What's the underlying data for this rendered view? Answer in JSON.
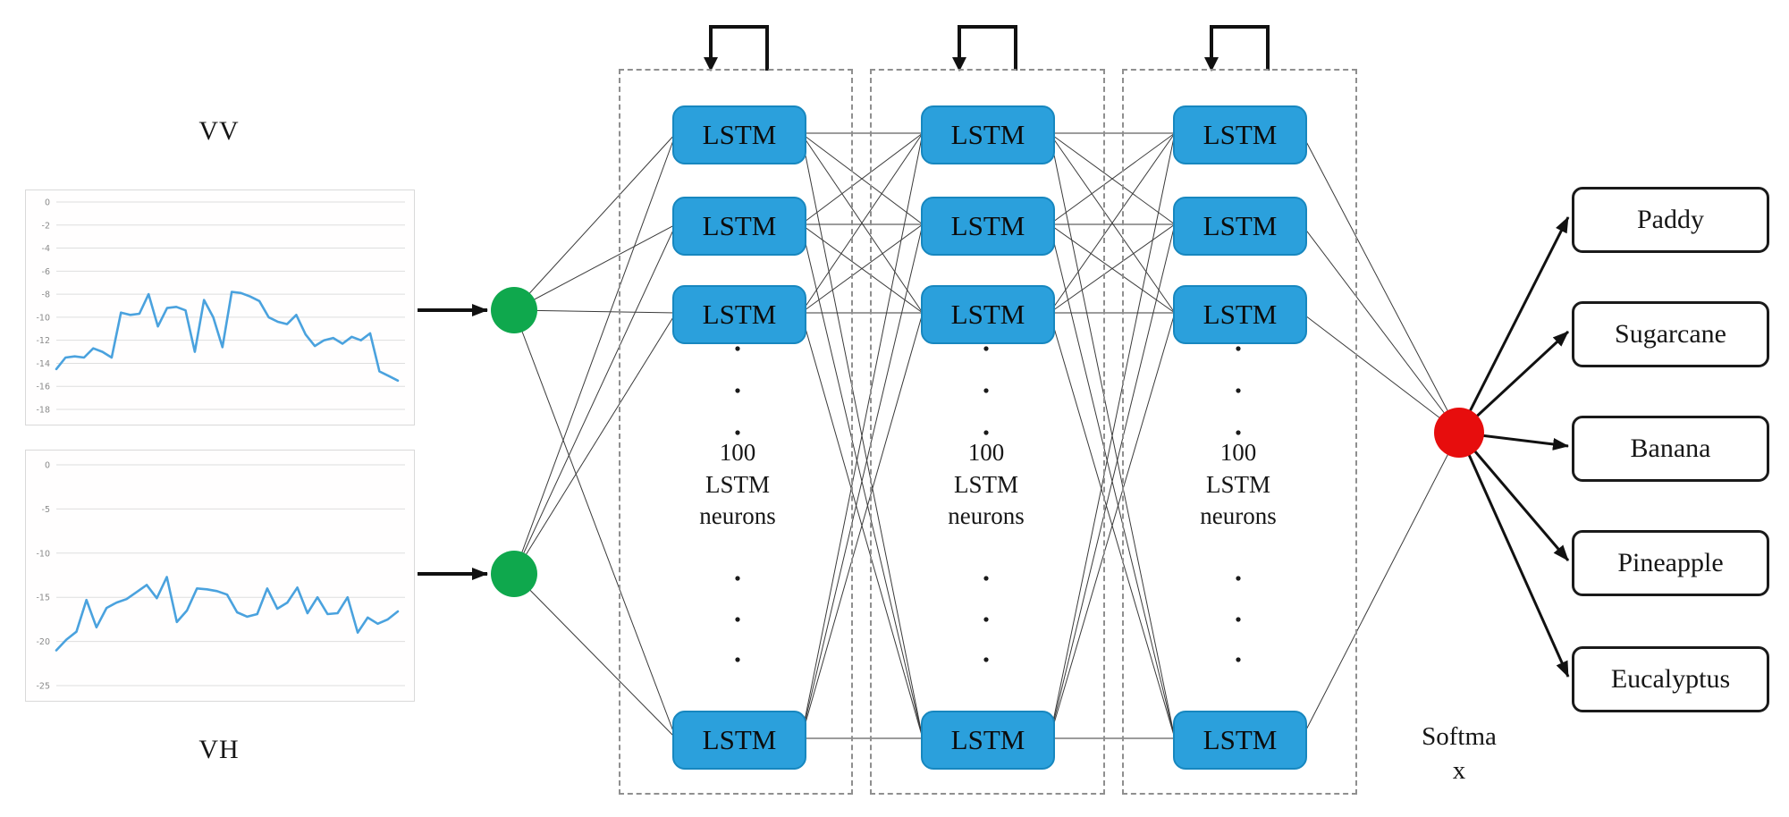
{
  "diagram": {
    "lstm_block_label": "LSTM",
    "layer_caption_lines": [
      "100",
      "LSTM",
      "neurons"
    ],
    "num_lstm_layers": 3,
    "visible_blocks_per_layer": 4,
    "softmax_label_line1": "Softma",
    "softmax_label_line2": "x",
    "output_classes": [
      "Paddy",
      "Sugarcane",
      "Banana",
      "Pineapple",
      "Eucalyptus"
    ],
    "icons": [
      "recurrent-loop-arrow-icon",
      "input-arrow-icon",
      "output-arrow-icon"
    ],
    "colors": {
      "lstm_block_fill": "#2BA0DC",
      "lstm_block_border": "#1787BF",
      "input_node_green": "#0FA84D",
      "softmax_node_red": "#E70D0D",
      "chart_line_blue": "#4AA2DE",
      "dashed_border_gray": "#8f8f8f",
      "connection_line": "#3a3a3a",
      "arrow_black": "#111111"
    }
  },
  "chart_data": [
    {
      "type": "line",
      "title": "VV",
      "xlabel": "",
      "ylabel": "",
      "ylim": [
        -18,
        0
      ],
      "yticks": [
        0,
        -2,
        -4,
        -6,
        -8,
        -10,
        -12,
        -14,
        -16,
        -18
      ],
      "grid": true,
      "legend": false,
      "values": [
        -14.5,
        -13.5,
        -13.4,
        -13.5,
        -12.7,
        -13.0,
        -13.5,
        -9.6,
        -9.8,
        -9.7,
        -8.0,
        -10.8,
        -9.2,
        -9.1,
        -9.4,
        -13.0,
        -8.5,
        -10.0,
        -12.6,
        -7.8,
        -7.9,
        -8.2,
        -8.6,
        -10.0,
        -10.4,
        -10.6,
        -9.8,
        -11.5,
        -12.5,
        -12.0,
        -11.8,
        -12.3,
        -11.7,
        -12.0,
        -11.4,
        -14.7,
        -15.1,
        -15.5
      ]
    },
    {
      "type": "line",
      "title": "VH",
      "xlabel": "",
      "ylabel": "",
      "ylim": [
        -25,
        0
      ],
      "yticks": [
        0,
        -5,
        -10,
        -15,
        -20,
        -25
      ],
      "grid": true,
      "legend": false,
      "values": [
        -21.0,
        -19.8,
        -18.9,
        -15.3,
        -18.4,
        -16.2,
        -15.6,
        -15.2,
        -14.4,
        -13.6,
        -15.1,
        -12.7,
        -17.8,
        -16.5,
        -14.0,
        -14.1,
        -14.3,
        -14.7,
        -16.7,
        -17.2,
        -16.9,
        -14.0,
        -16.3,
        -15.6,
        -13.9,
        -16.8,
        -15.0,
        -16.9,
        -16.8,
        -15.0,
        -19.0,
        -17.3,
        -18.0,
        -17.5,
        -16.6
      ]
    }
  ]
}
